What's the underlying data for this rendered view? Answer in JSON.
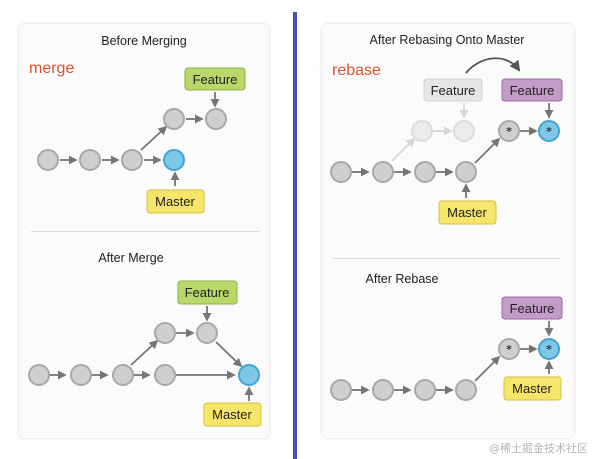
{
  "left": {
    "top_title": "Before Merging",
    "word": "merge",
    "bottom_title": "After Merge",
    "feature_label": "Feature",
    "master_label": "Master"
  },
  "right": {
    "top_title": "After Rebasing Onto Master",
    "word": "rebase",
    "bottom_title": "After Rebase",
    "feature_label": "Feature",
    "master_label": "Master",
    "rebased_marker": "*"
  },
  "watermark": "@稀土掘金技术社区",
  "colors": {
    "divider": "#4a4fb8",
    "highlight_commit": "#7cc8e6",
    "feature_green": "#b9d86a",
    "master_yellow": "#f5e56b",
    "feature_purple": "#c49cc8",
    "accent_word": "#d9532c"
  }
}
